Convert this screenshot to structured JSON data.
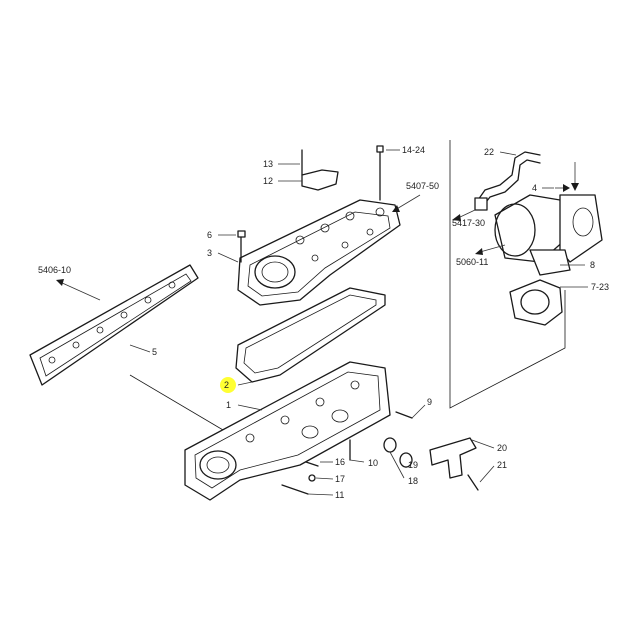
{
  "highlight_color": "#ffff33",
  "labels": {
    "p13": "13",
    "p12": "12",
    "p14": "14-24",
    "p22": "22",
    "p5407": "5407-50",
    "p4": "4",
    "p6": "6",
    "p3": "3",
    "p5417": "5417-30",
    "p5406": "5406-10",
    "p5060": "5060-11",
    "p8": "8",
    "p7": "7-23",
    "p5": "5",
    "p2": "2",
    "p1": "1",
    "p9": "9",
    "p16": "16",
    "p10": "10",
    "p17": "17",
    "p19": "19",
    "p20": "20",
    "p11": "11",
    "p18": "18",
    "p21": "21"
  }
}
